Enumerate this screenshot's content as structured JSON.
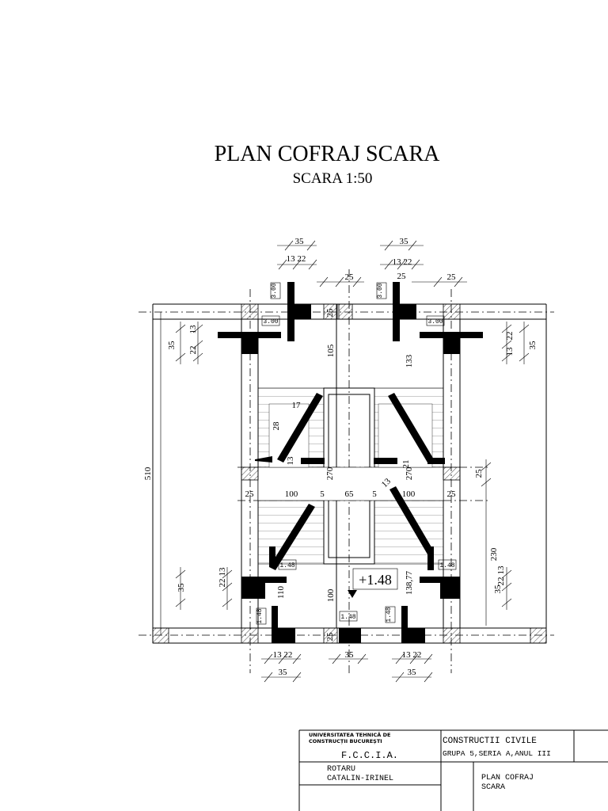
{
  "title": "PLAN COFRAJ SCARA",
  "scale": "SCARA 1:50",
  "level_mark": "+1.48",
  "level_tags": [
    "3.00",
    "3.00",
    "3.00",
    "3.00",
    "1.48",
    "1.48",
    "1.48",
    "1.48",
    "1.48"
  ],
  "dimensions": {
    "top_35": "35",
    "top_13_22": "13  22",
    "top_25": "25",
    "left_35": "35",
    "left_22": "22",
    "left_13": "13",
    "overall_510": "510",
    "v_105": "105",
    "v_133": "133",
    "v_110": "110",
    "v_100": "100",
    "v_138_77": "138,77",
    "v_270": "270",
    "v_25": "25",
    "v_230": "230",
    "h_25": "25",
    "h_100": "100",
    "h_65": "65",
    "h_5": "5",
    "tread_28": "28",
    "riser_17": "17",
    "riser_13": "13",
    "right_21": "21",
    "bottom_35": "35",
    "bottom_13_22": "13  22"
  },
  "title_block": {
    "university_line1": "UNIVERSITATEA TEHNICĂ DE",
    "university_line2": "CONSTRUCȚII BUCUREȘTI",
    "faculty": "F.C.C.I.A.",
    "department": "CONSTRUCTII CIVILE",
    "group": "GRUPA 5,SERIA A,ANUL III",
    "author_line1": "ROTARU",
    "author_line2": "CATALIN-IRINEL",
    "sheet_line1": "PLAN COFRAJ",
    "sheet_line2": "SCARA"
  }
}
